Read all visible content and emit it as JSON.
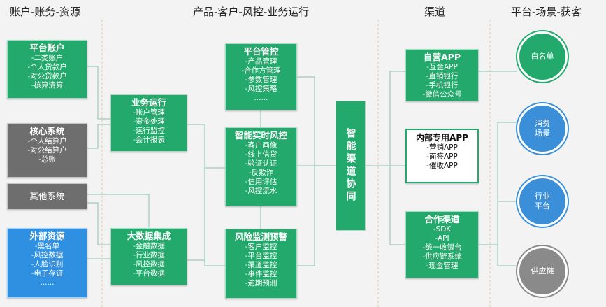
{
  "columns": {
    "c1": "账户-账务-资源",
    "c2": "产品-客户-风控-业务运行",
    "c3": "渠道",
    "c4": "平台-场景-获客"
  },
  "platform_account": {
    "title": "平台账户",
    "items": [
      "-二类账户",
      "-个人贷款户",
      "-对公贷款户",
      "-核算清算"
    ]
  },
  "core_system": {
    "title": "核心系统",
    "items": [
      "-个人结算户",
      "-对公结算户",
      "-总账"
    ]
  },
  "other_system": {
    "title": "其他系统"
  },
  "external": {
    "title": "外部资源",
    "items": [
      "-黑名单",
      "-风控数据",
      "-人脸识别",
      "-电子存证",
      "......"
    ]
  },
  "business_ops": {
    "title": "业务运行",
    "items": [
      "-账户管理",
      "-资金处理",
      "-运行监控",
      "-会计报表"
    ]
  },
  "big_data": {
    "title": "大数据集成",
    "items": [
      "-金融数据",
      "-行业数据",
      "-风控数据",
      "-平台数据"
    ]
  },
  "platform_ctrl": {
    "title": "平台管控",
    "items": [
      "-产品管理",
      "-合作方管理",
      "-参数管理",
      "-风控策略",
      "......"
    ]
  },
  "smart_risk": {
    "title": "智能实时风控",
    "items": [
      "-客户画像",
      "-线上信贷",
      "-验证认证",
      "-反欺诈",
      "-信用评估",
      "-风控流水"
    ]
  },
  "risk_monitor": {
    "title": "风险监测预警",
    "items": [
      "-客户监控",
      "-平台监控",
      "-渠道监控",
      "-事件监控",
      "-逾期预测"
    ]
  },
  "smart_channel": {
    "title": "智能渠道协同"
  },
  "self_app": {
    "title": "自营APP",
    "items": [
      "-互金APP",
      "-直销银行",
      "-手机银行",
      "-微信公众号"
    ]
  },
  "internal_app": {
    "title": "内部专用APP",
    "items": [
      "-营销APP",
      "-面签APP",
      "-催收APP"
    ]
  },
  "partner": {
    "title": "合作渠道",
    "items": [
      "-SDK",
      "-API",
      "-统一收银台",
      "-供应链系统",
      "-现金管理"
    ]
  },
  "circles": {
    "whitelist": [
      "白名单"
    ],
    "consumer": [
      "消费",
      "场景"
    ],
    "industry": [
      "行业",
      "平台"
    ],
    "supply": [
      "供应链"
    ]
  },
  "colors": {
    "green": "#23a96b",
    "gray": "#6e6e6e",
    "blue": "#2f8fe0",
    "connector": "#9fc9b8",
    "divider": "#e3c79a"
  }
}
